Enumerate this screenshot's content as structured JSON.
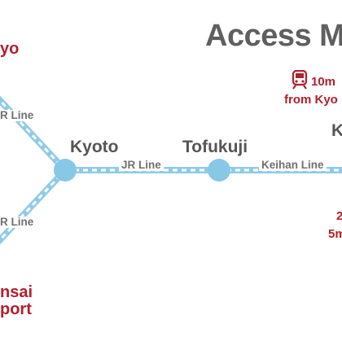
{
  "title": "Access M",
  "stations": {
    "kyoto": "Kyoto",
    "tofukuji": "Tofukuji",
    "edge_partial": "K"
  },
  "lines": {
    "jr_upper": "R Line",
    "jr_lower": "R Line",
    "jr_main": "JR Line",
    "keihan": "Keihan Line"
  },
  "places": {
    "tokyo_partial": "yo",
    "kansai_line1": "nsai",
    "kansai_line2": "port"
  },
  "info": {
    "walk_time": "10m",
    "walk_from": "from Kyo",
    "lower_num": "2",
    "lower_time": "5m"
  },
  "icons": {
    "train": "train-icon"
  },
  "colors": {
    "rail": "#8fcbe8",
    "rail_dash": "#ffffff",
    "station_dot": "#86c8e6",
    "accent_red": "#b0202c",
    "title_gray": "#5f5f5f"
  }
}
